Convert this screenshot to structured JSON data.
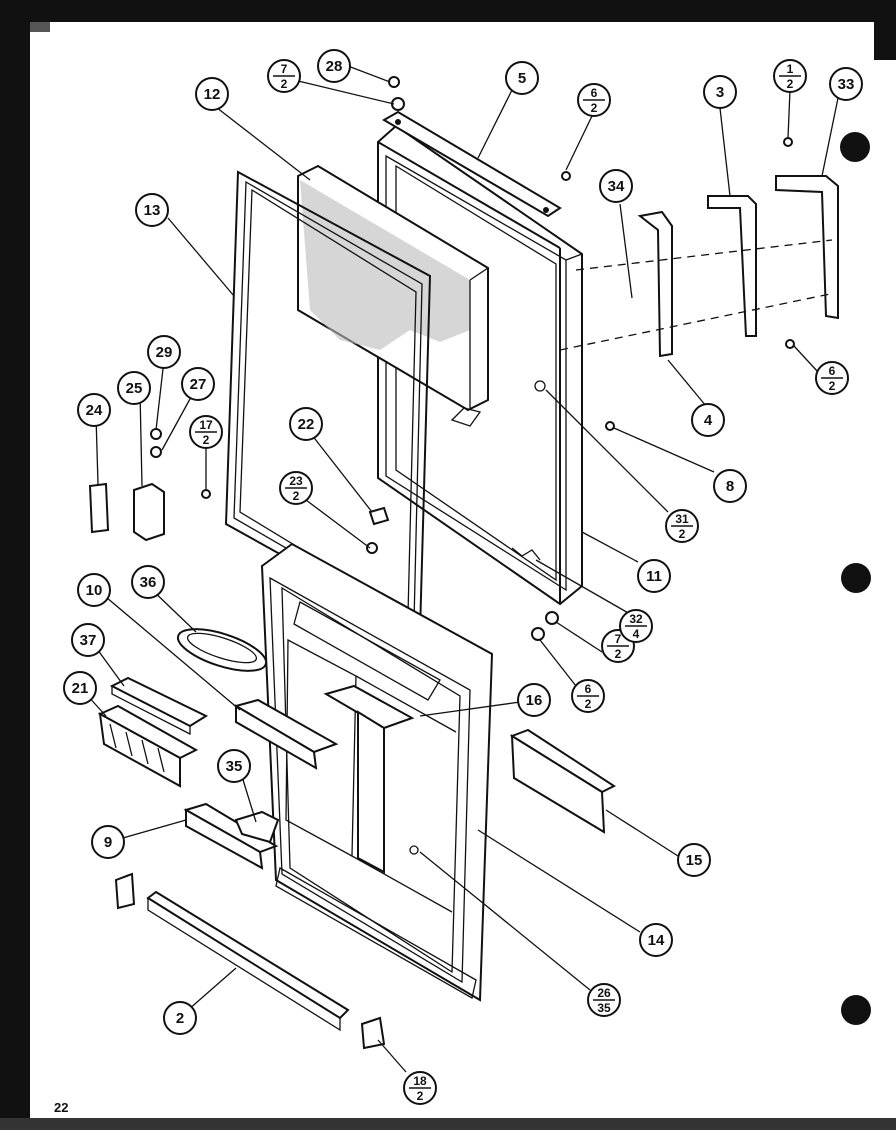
{
  "page_number": "22",
  "callouts": [
    {
      "id": "c1",
      "text": "1",
      "sub": "2"
    },
    {
      "id": "c2",
      "text": "2",
      "sub": ""
    },
    {
      "id": "c3",
      "text": "3",
      "sub": ""
    },
    {
      "id": "c4",
      "text": "4",
      "sub": ""
    },
    {
      "id": "c5",
      "text": "5",
      "sub": ""
    },
    {
      "id": "c6a",
      "text": "6",
      "sub": "2"
    },
    {
      "id": "c6b",
      "text": "6",
      "sub": "2"
    },
    {
      "id": "c6c",
      "text": "6",
      "sub": "2"
    },
    {
      "id": "c7a",
      "text": "7",
      "sub": "2"
    },
    {
      "id": "c7b",
      "text": "7",
      "sub": "2"
    },
    {
      "id": "c8",
      "text": "8",
      "sub": ""
    },
    {
      "id": "c9",
      "text": "9",
      "sub": ""
    },
    {
      "id": "c10",
      "text": "10",
      "sub": ""
    },
    {
      "id": "c11",
      "text": "11",
      "sub": ""
    },
    {
      "id": "c12",
      "text": "12",
      "sub": ""
    },
    {
      "id": "c13",
      "text": "13",
      "sub": ""
    },
    {
      "id": "c14",
      "text": "14",
      "sub": ""
    },
    {
      "id": "c15",
      "text": "15",
      "sub": ""
    },
    {
      "id": "c16",
      "text": "16",
      "sub": ""
    },
    {
      "id": "c17",
      "text": "17",
      "sub": "2"
    },
    {
      "id": "c18",
      "text": "18",
      "sub": "2"
    },
    {
      "id": "c21",
      "text": "21",
      "sub": ""
    },
    {
      "id": "c22",
      "text": "22",
      "sub": ""
    },
    {
      "id": "c23",
      "text": "23",
      "sub": "2"
    },
    {
      "id": "c24",
      "text": "24",
      "sub": ""
    },
    {
      "id": "c25",
      "text": "25",
      "sub": ""
    },
    {
      "id": "c26",
      "text": "26",
      "sub": "35"
    },
    {
      "id": "c27",
      "text": "27",
      "sub": ""
    },
    {
      "id": "c28",
      "text": "28",
      "sub": ""
    },
    {
      "id": "c29",
      "text": "29",
      "sub": ""
    },
    {
      "id": "c31",
      "text": "31",
      "sub": "2"
    },
    {
      "id": "c32",
      "text": "32",
      "sub": "4"
    },
    {
      "id": "c33",
      "text": "33",
      "sub": ""
    },
    {
      "id": "c34",
      "text": "34",
      "sub": ""
    },
    {
      "id": "c35",
      "text": "35",
      "sub": ""
    },
    {
      "id": "c36",
      "text": "36",
      "sub": ""
    },
    {
      "id": "c37",
      "text": "37",
      "sub": ""
    }
  ]
}
